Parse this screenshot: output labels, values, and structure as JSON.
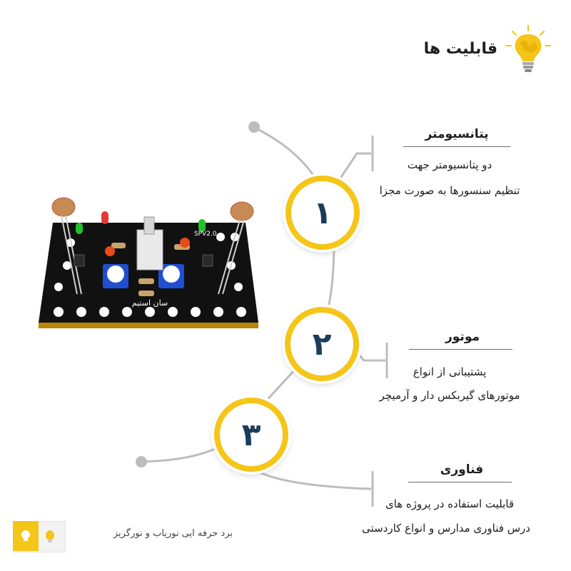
{
  "header": {
    "title": "قابلیت ها",
    "icon": "lightbulb-icon"
  },
  "features": [
    {
      "number": "١",
      "title": "پتانسیومتر",
      "lines": [
        "دو پتانسیومتر جهت",
        "تنظیم سنسورها به صورت مجزا"
      ]
    },
    {
      "number": "٢",
      "title": "موتور",
      "lines": [
        "پشتیبانی از انواع",
        "موتورهای گیربکس دار و آرمیچر"
      ]
    },
    {
      "number": "٣",
      "title": "فناوری",
      "lines": [
        "قابلیت استفاده در پروژه های",
        "درس فناوری مدارس و انواع کاردستی"
      ]
    }
  ],
  "board": {
    "silkscreen_brand": "سان استیم",
    "silkscreen_version": "SPV2.0"
  },
  "footer": {
    "text": "برد حرفه ایی نوریاب و نورگریز"
  },
  "colors": {
    "accent": "#f5c518",
    "number": "#1c3d5a",
    "curve": "#bdbdbd"
  }
}
